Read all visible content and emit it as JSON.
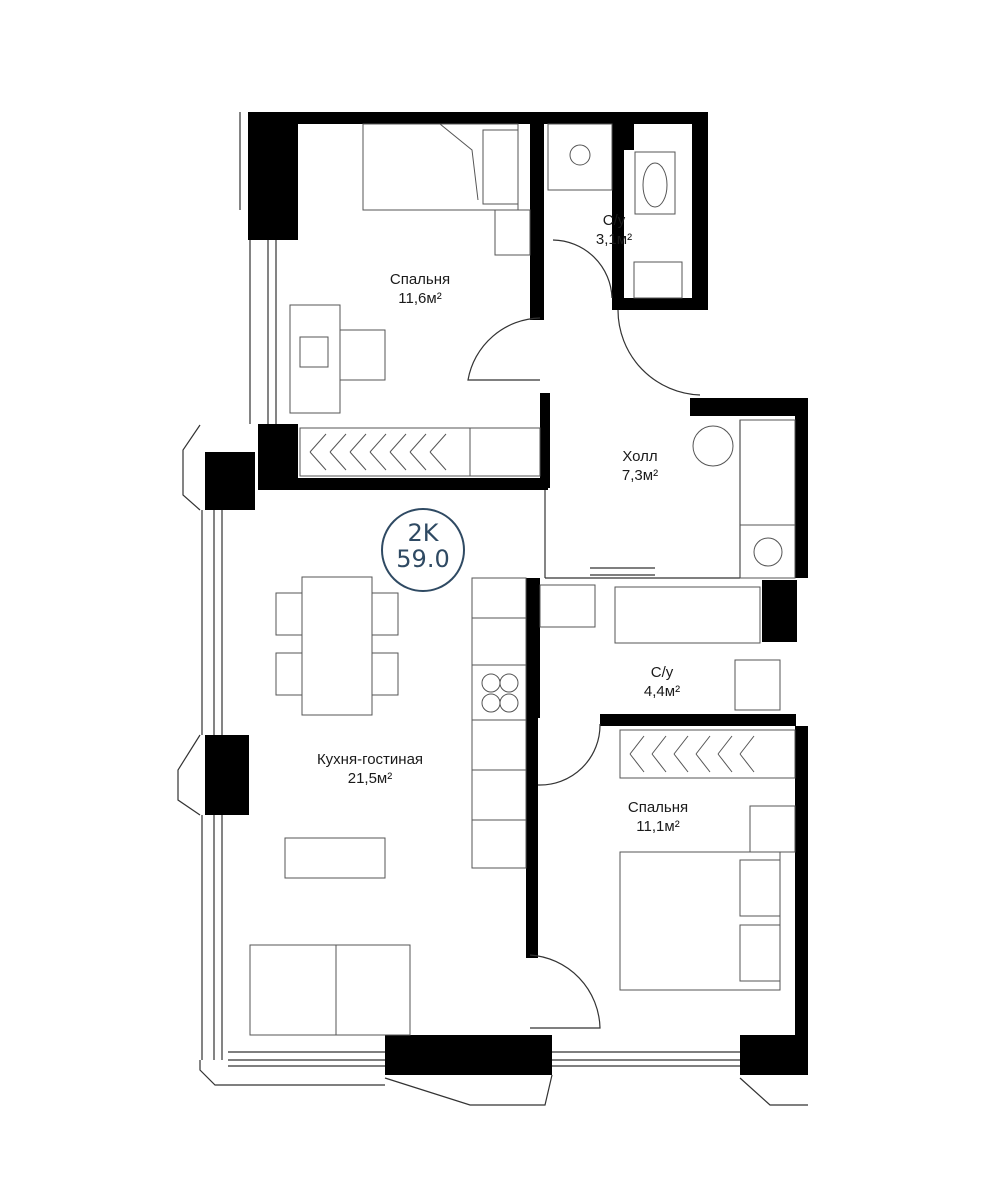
{
  "plan": {
    "badge": {
      "type": "2K",
      "area": "59.0",
      "color": "#2f4a63"
    },
    "rooms": [
      {
        "id": "bedroom1",
        "name": "Спальня",
        "area": "11,6м²"
      },
      {
        "id": "bath1",
        "name": "С/у",
        "area": "3,1м²"
      },
      {
        "id": "hall",
        "name": "Холл",
        "area": "7,3м²"
      },
      {
        "id": "bath2",
        "name": "С/у",
        "area": "4,4м²"
      },
      {
        "id": "kitchen",
        "name": "Кухня-гостиная",
        "area": "21,5м²"
      },
      {
        "id": "bedroom2",
        "name": "Спальня",
        "area": "11,1м²"
      }
    ]
  }
}
